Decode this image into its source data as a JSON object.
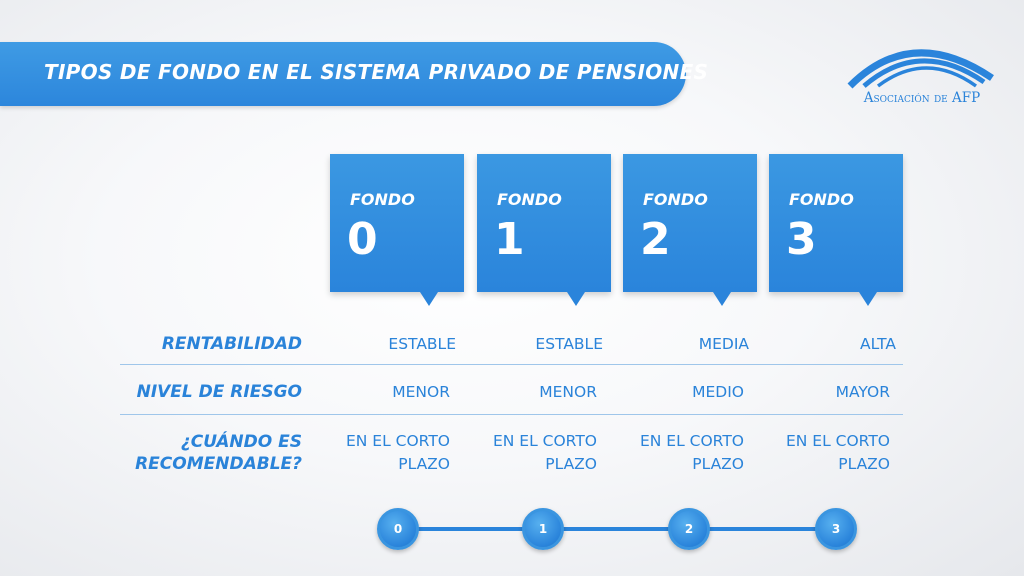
{
  "header": {
    "title": "TIPOS DE FONDO EN EL SISTEMA PRIVADO DE PENSIONES"
  },
  "logo": {
    "text": "Asociación de AFP",
    "icon": "arcs-logo-icon"
  },
  "funds": [
    {
      "label": "FONDO",
      "number": "0"
    },
    {
      "label": "FONDO",
      "number": "1"
    },
    {
      "label": "FONDO",
      "number": "2"
    },
    {
      "label": "FONDO",
      "number": "3"
    }
  ],
  "rows": [
    {
      "label": "RENTABILIDAD",
      "values": [
        "ESTABLE",
        "ESTABLE",
        "MEDIA",
        "ALTA"
      ]
    },
    {
      "label": "NIVEL DE RIESGO",
      "values": [
        "MENOR",
        "MENOR",
        "MEDIO",
        "MAYOR"
      ]
    },
    {
      "label_line1": "¿CUÁNDO ES",
      "label_line2": "RECOMENDABLE?",
      "values": [
        {
          "line1": "EN EL CORTO",
          "line2": "PLAZO"
        },
        {
          "line1": "EN EL CORTO",
          "line2": "PLAZO"
        },
        {
          "line1": "EN EL CORTO",
          "line2": "PLAZO"
        },
        {
          "line1": "EN EL CORTO",
          "line2": "PLAZO"
        }
      ]
    }
  ],
  "timeline": [
    "0",
    "1",
    "2",
    "3"
  ],
  "colors": {
    "primary": "#2a84db",
    "accent": "#3f9be4",
    "text": "#2a83d9",
    "divider": "#9fc6ea"
  }
}
